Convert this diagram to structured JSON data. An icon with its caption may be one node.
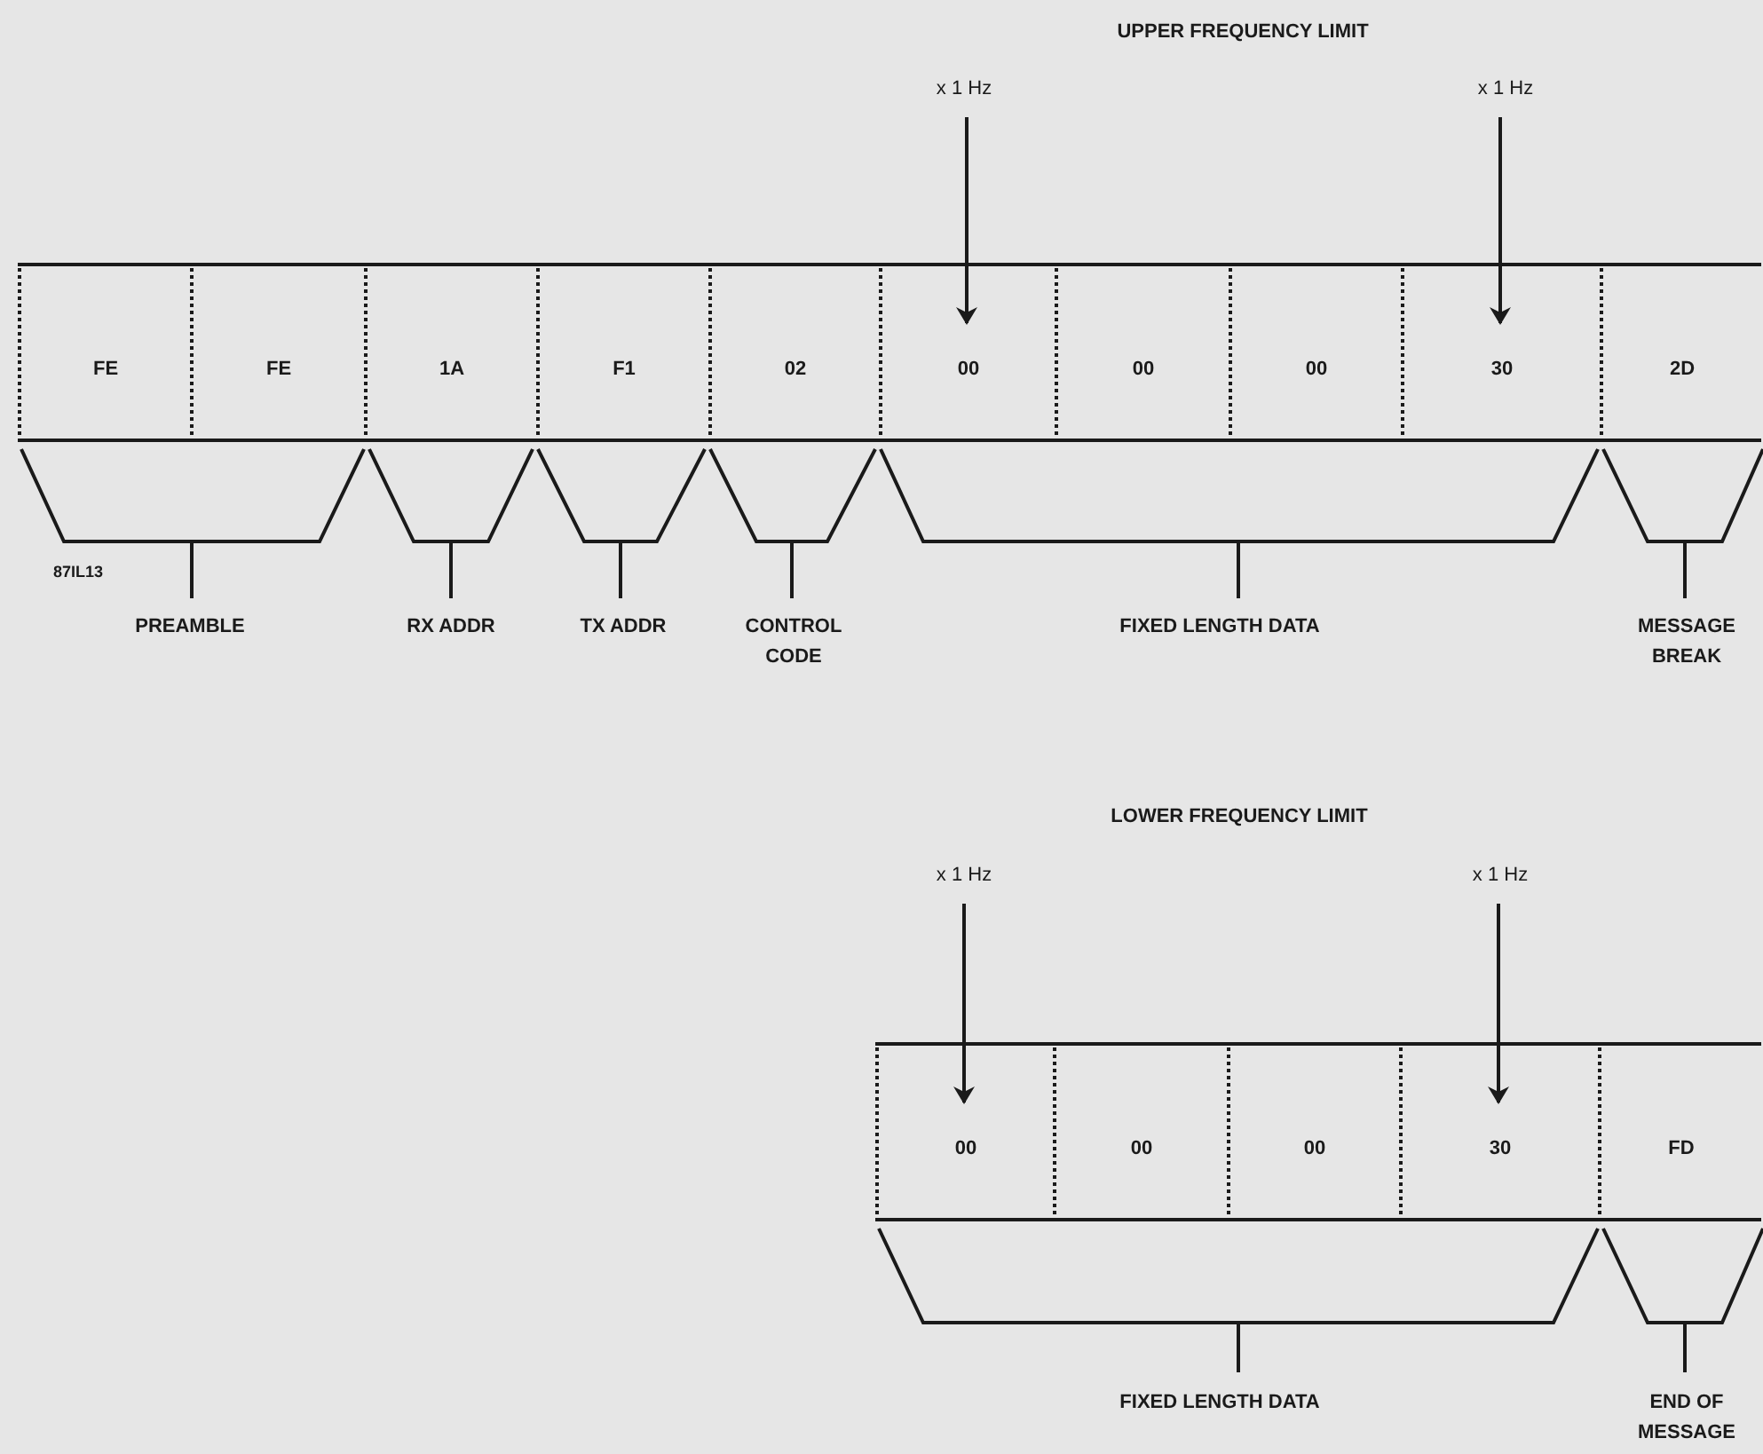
{
  "diagram": {
    "nodes": [
      {
        "text": [
          "FE"
        ]
      },
      {
        "text": [
          "FE"
        ]
      },
      {
        "text": [
          "1A"
        ]
      },
      {
        "text": [
          "F1"
        ]
      },
      {
        "text": [
          "02"
        ]
      },
      {
        "text": [
          "00"
        ]
      },
      {
        "text": [
          "00"
        ]
      },
      {
        "text": [
          "00"
        ]
      },
      {
        "text": [
          "30"
        ]
      },
      {
        "text": [
          "2D"
        ]
      },
      {
        "text": [
          "00"
        ]
      },
      {
        "text": [
          "00"
        ]
      },
      {
        "text": [
          "00"
        ]
      },
      {
        "text": [
          "30"
        ]
      },
      {
        "text": [
          "FD"
        ]
      },
      {
        "text": [
          "x 1 Hz"
        ]
      },
      {
        "text": [
          "x 1 Hz"
        ]
      },
      {
        "text": [
          "x 1 Hz"
        ]
      },
      {
        "text": [
          "x 1 Hz"
        ]
      }
    ],
    "edges": [
      {
        "from": 15,
        "to": 5,
        "arrow": "to"
      },
      {
        "from": 16,
        "to": 8,
        "arrow": "to"
      },
      {
        "from": 17,
        "to": 10,
        "arrow": "to"
      },
      {
        "from": 18,
        "to": 13,
        "arrow": "to"
      }
    ],
    "labels": [
      "UPPER FREQUENCY LIMIT",
      "87IL13",
      "PREAMBLE",
      "RX ADDR",
      "TX ADDR",
      "CONTROL CODE",
      "FIXED LENGTH DATA",
      "MESSAGE BREAK",
      "LOWER FREQUENCY LIMIT",
      "FIXED LENGTH DATA",
      "END OF MESSAGE"
    ]
  }
}
